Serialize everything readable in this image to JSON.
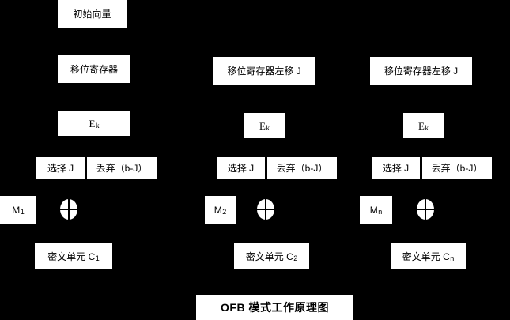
{
  "diagram": {
    "title": "OFB 模式工作原理图",
    "background_color": "#000000",
    "box_color": "#ffffff",
    "text_color": "#000000",
    "initial_vector": "初始向量",
    "shift_register": "移位寄存器",
    "columns": [
      {
        "shift_register_label": "移位寄存器",
        "encrypt_label": "E",
        "encrypt_subscript": "k",
        "select_label": "选择 J",
        "discard_label": "丢弃（b-J）",
        "message_label": "M",
        "message_subscript": "1",
        "xor_icon": "xor-circle-icon",
        "cipher_label": "密文单元 C",
        "cipher_subscript": "1"
      },
      {
        "shift_register_label": "移位寄存器左移 J",
        "encrypt_label": "E",
        "encrypt_subscript": "k",
        "select_label": "选择 J",
        "discard_label": "丢弃（b-J）",
        "message_label": "M",
        "message_subscript": "2",
        "xor_icon": "xor-circle-icon",
        "cipher_label": "密文单元 C",
        "cipher_subscript": "2"
      },
      {
        "shift_register_label": "移位寄存器左移 J",
        "encrypt_label": "E",
        "encrypt_subscript": "k",
        "select_label": "选择 J",
        "discard_label": "丢弃（b-J）",
        "message_label": "M",
        "message_subscript": "n",
        "xor_icon": "xor-circle-icon",
        "cipher_label": "密文单元 C",
        "cipher_subscript": "n"
      }
    ]
  }
}
